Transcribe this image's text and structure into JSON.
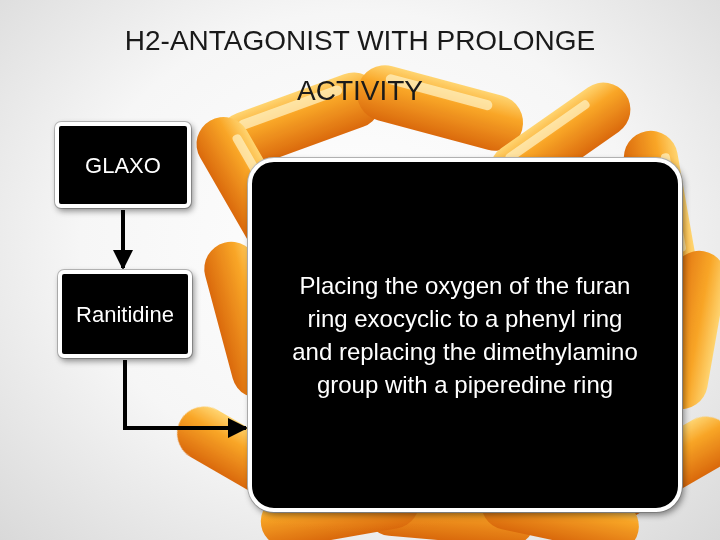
{
  "diagram": {
    "title": "H2-ANTAGONIST WITH PROLONGE ACTIVITY",
    "nodes": [
      {
        "text": [
          "GLAXO"
        ]
      },
      {
        "text": [
          "Ranitidine"
        ]
      },
      {
        "text": [
          "Placing the oxygen of the furan ring exocyclic to a phenyl ring and replacing the dimethylamino group with a piperedine ring"
        ]
      }
    ],
    "edges": [
      {
        "from": 0,
        "to": 1,
        "arrow": "to"
      },
      {
        "from": 1,
        "to": 2,
        "arrow": "to"
      }
    ]
  }
}
